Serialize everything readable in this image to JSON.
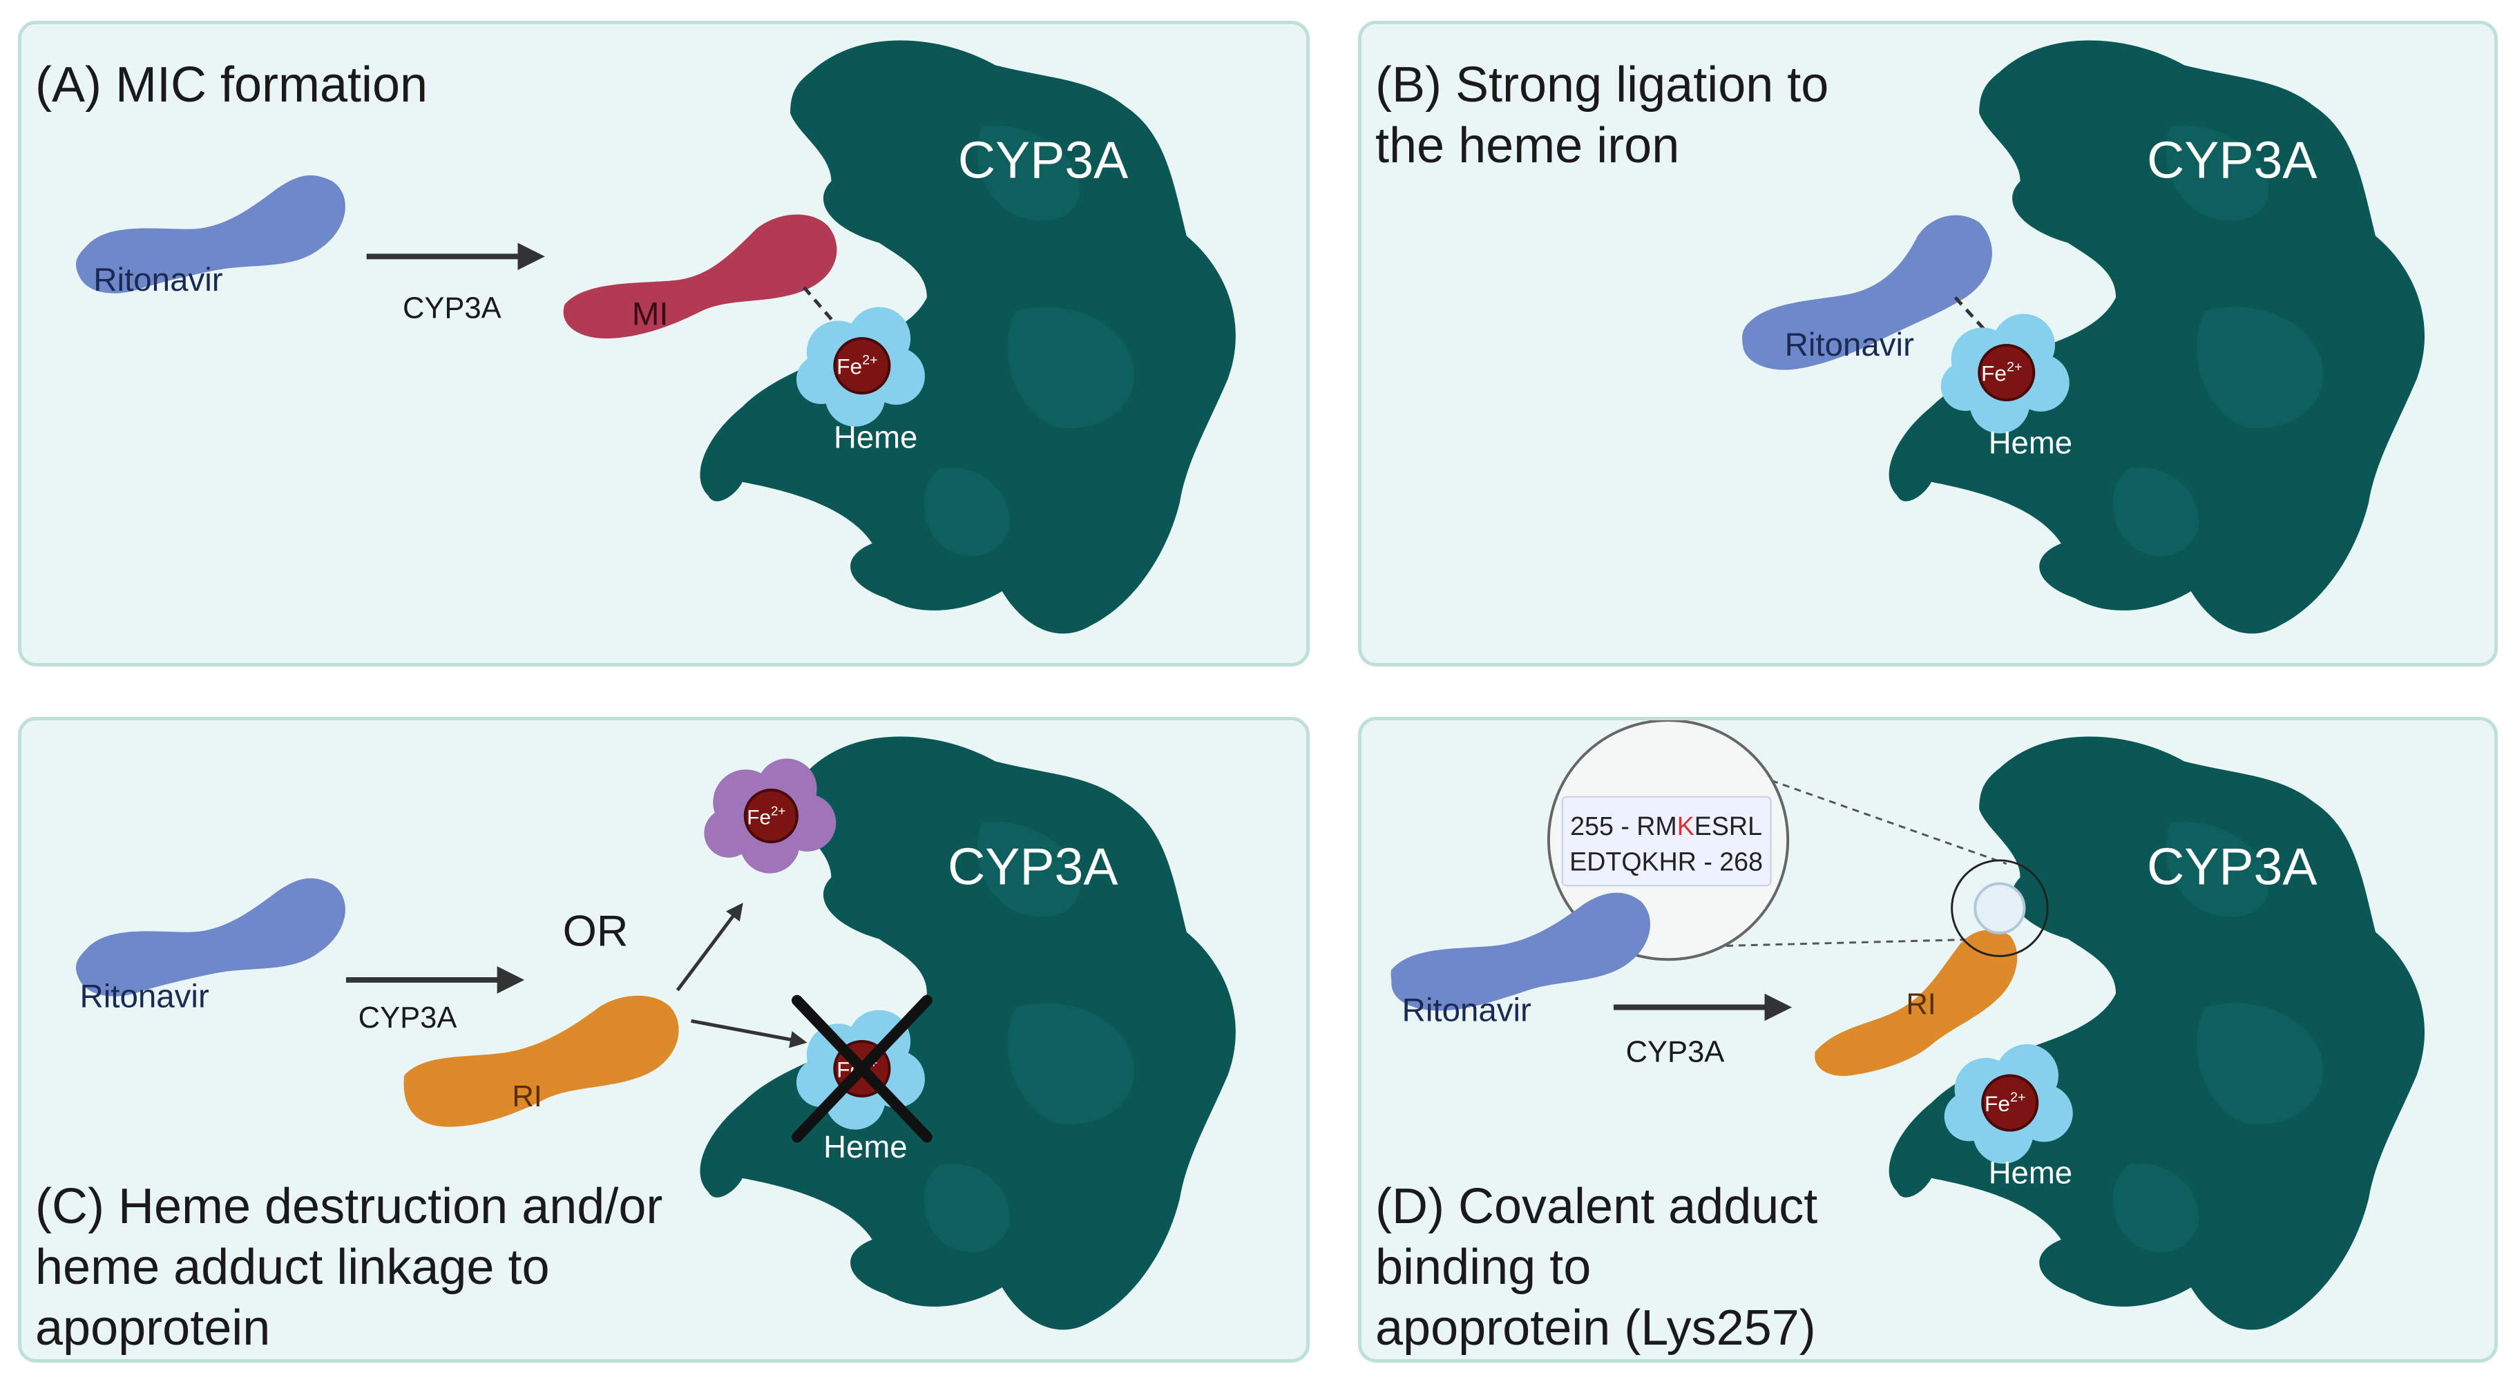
{
  "panels": [
    {
      "id": "A",
      "title": "(A) MIC formation",
      "enzyme": "CYP3A",
      "drug": "Ritonavir",
      "arrow_label": "CYP3A",
      "metabolite": "MI",
      "iron": "Fe",
      "iron_charge": "2+",
      "heme": "Heme"
    },
    {
      "id": "B",
      "title": "(B) Strong ligation to\nthe heme iron",
      "enzyme": "CYP3A",
      "drug": "Ritonavir",
      "iron": "Fe",
      "iron_charge": "2+",
      "heme": "Heme"
    },
    {
      "id": "C",
      "title": "(C) Heme destruction and/or\nheme adduct linkage to\napoprotein",
      "enzyme": "CYP3A",
      "drug": "Ritonavir",
      "arrow_label": "CYP3A",
      "metabolite": "RI",
      "or_label": "OR",
      "iron": "Fe",
      "iron_charge": "2+",
      "heme": "Heme"
    },
    {
      "id": "D",
      "title": "(D) Covalent adduct\nbinding to\napoprotein (Lys257)",
      "enzyme": "CYP3A",
      "drug": "Ritonavir",
      "arrow_label": "CYP3A",
      "metabolite": "RI",
      "iron": "Fe",
      "iron_charge": "2+",
      "heme": "Heme",
      "sequence_line1_start": "255 - RM",
      "sequence_highlight": "K",
      "sequence_line1_end": "ESRL",
      "sequence_line2": "EDTQKHR - 268"
    }
  ],
  "colors": {
    "enzyme": "#0b5755",
    "enzyme_shadow": "#0e6461",
    "ritonavir": "#6f88c9",
    "mi": "#b23a53",
    "ri": "#dd8a2a",
    "heme": "#86d0ee",
    "iron": "#7d1414",
    "destroyed_heme": "#9f74b8",
    "sequence_highlight": "#e03030"
  }
}
